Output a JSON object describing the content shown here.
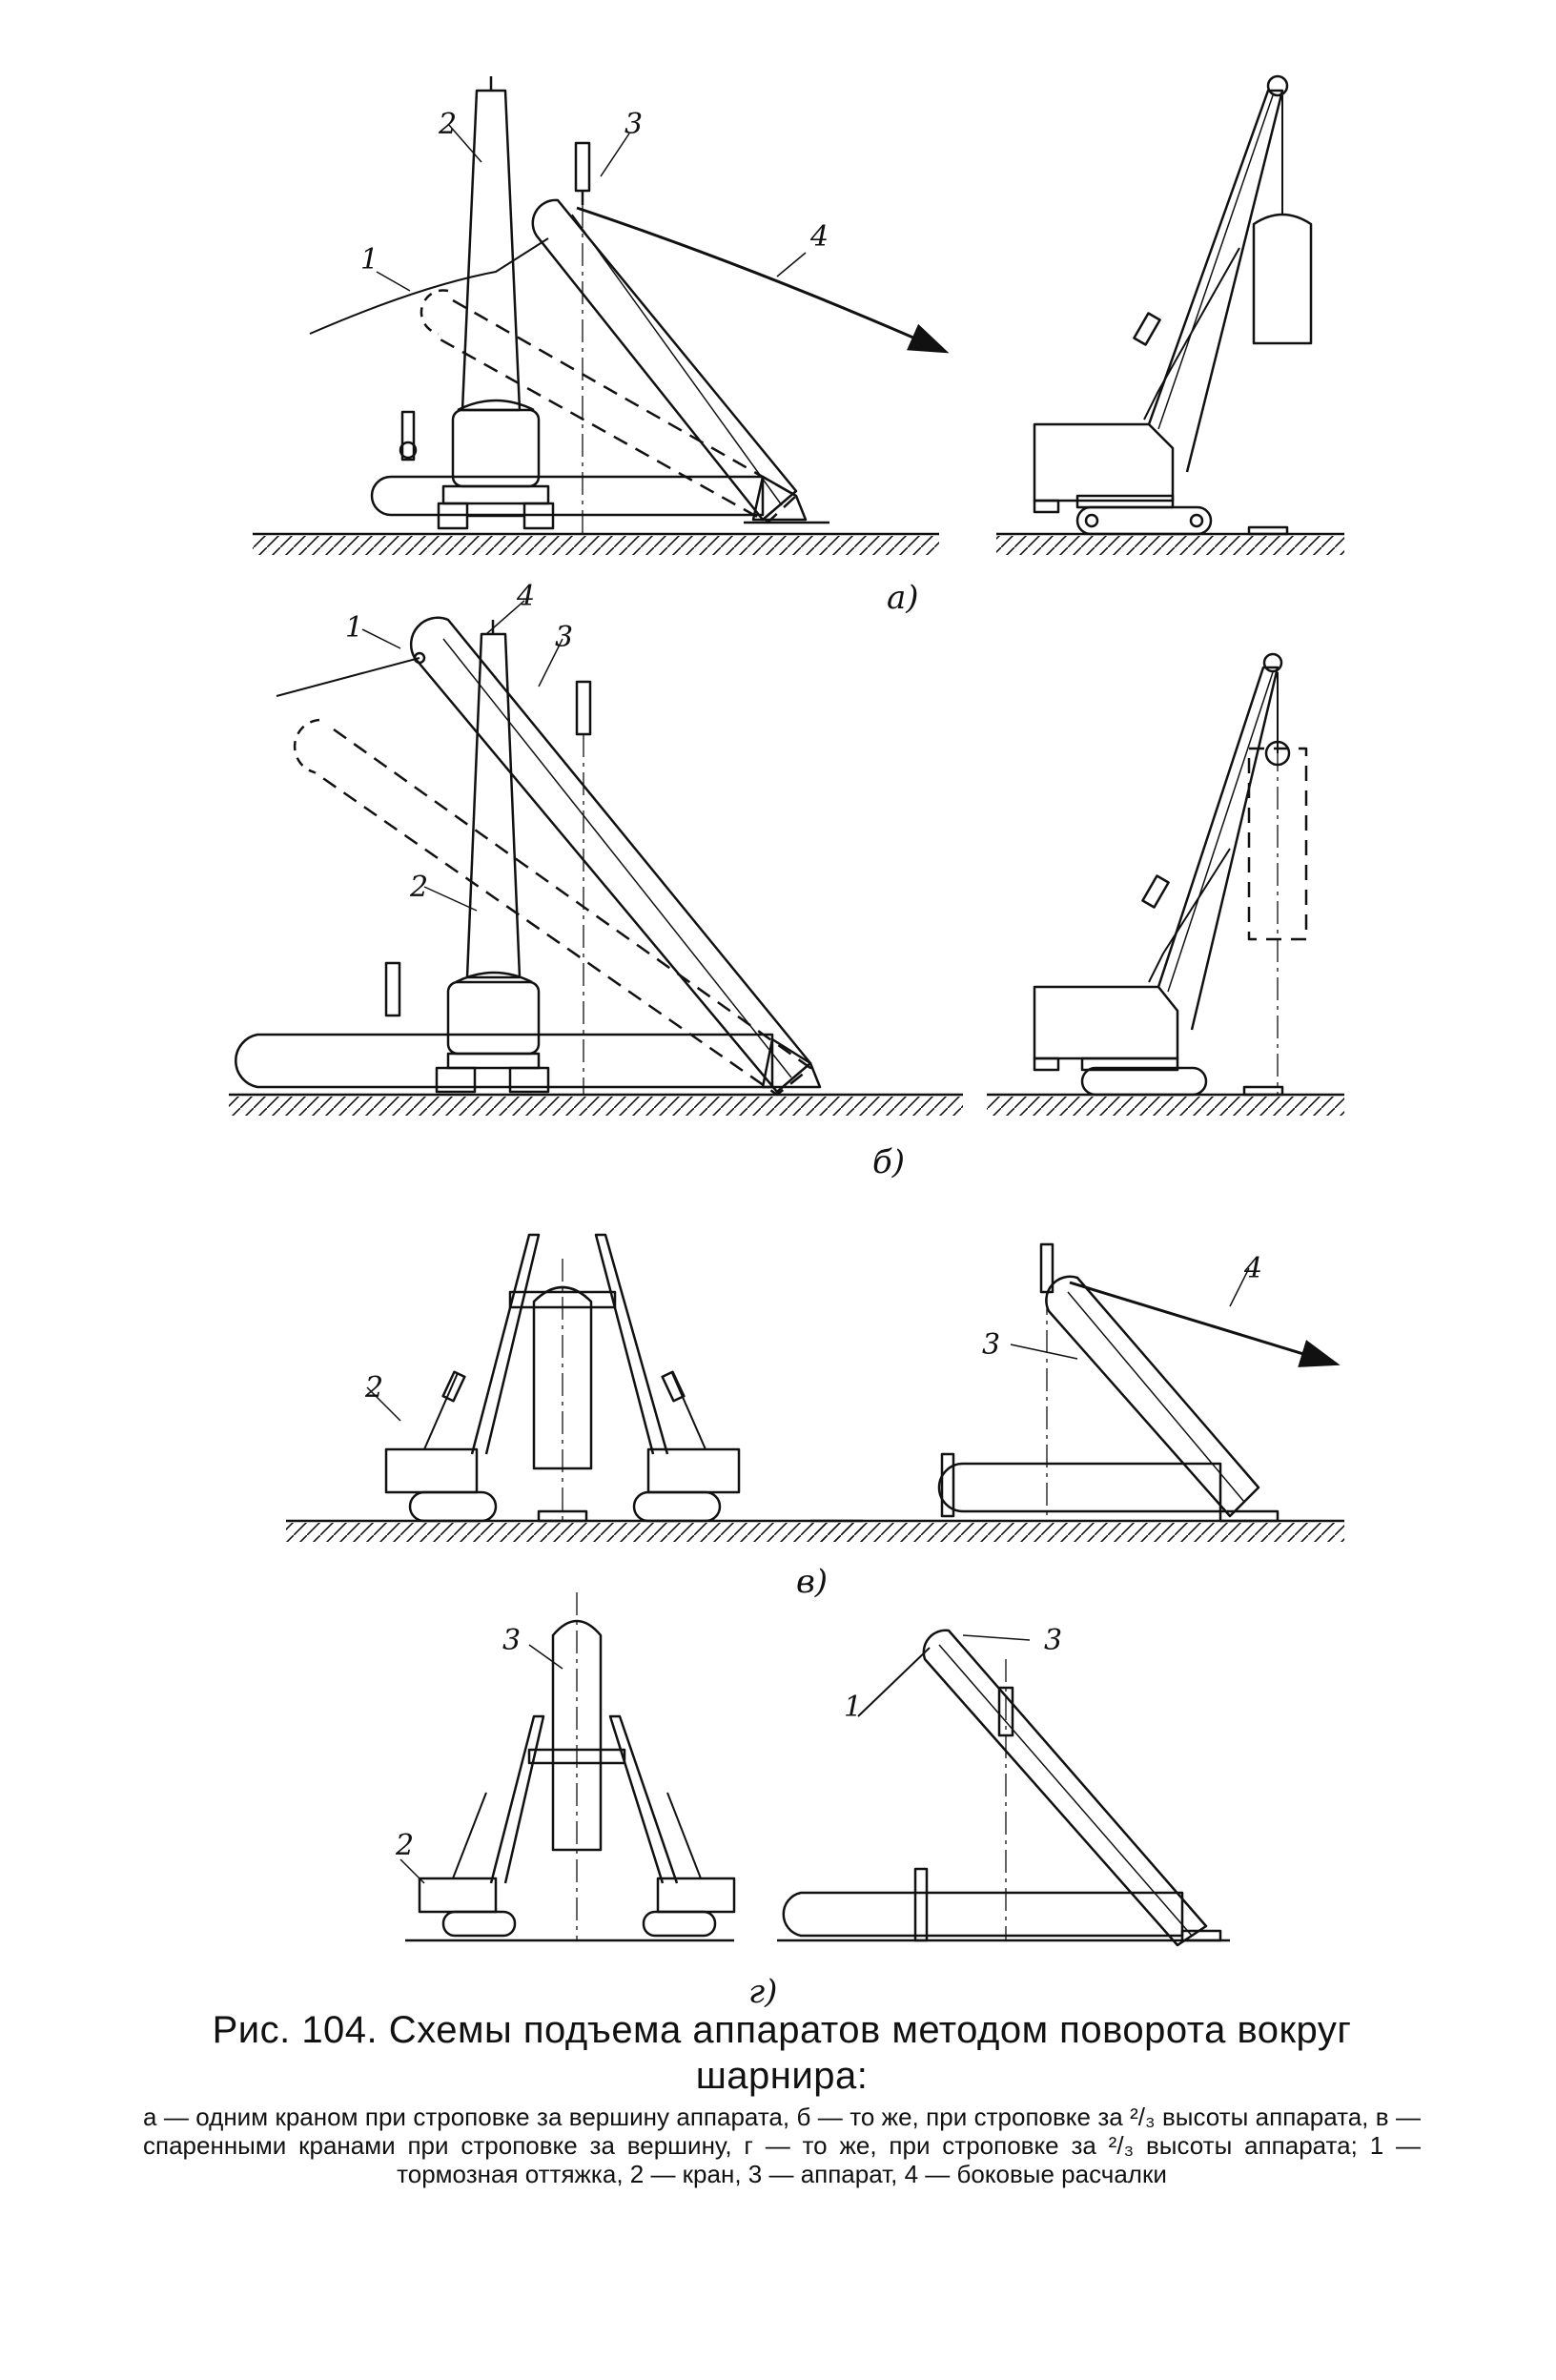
{
  "figure": {
    "panels": [
      {
        "id": "a",
        "label": "а)",
        "callouts": [
          "1",
          "2",
          "3",
          "4"
        ]
      },
      {
        "id": "b",
        "label": "б)",
        "callouts": [
          "1",
          "2",
          "3",
          "4"
        ]
      },
      {
        "id": "v",
        "label": "в)",
        "callouts": [
          "2",
          "3",
          "4"
        ]
      },
      {
        "id": "g",
        "label": "г)",
        "callouts": [
          "1",
          "2",
          "3",
          "3"
        ]
      }
    ]
  },
  "caption": {
    "title": "Рис. 104. Схемы подъема аппаратов методом поворота вокруг шарнира:",
    "body": "а — одним краном при строповке за вершину аппарата, б — то же, при строповке за ²/₃ высоты аппарата, в — спаренными кранами при строповке за вершину, г — то же, при строповке за ²/₃ высоты аппарата; 1 — тормозная оттяжка, 2 — кран, 3 — аппарат, 4 — боковые расчалки"
  }
}
